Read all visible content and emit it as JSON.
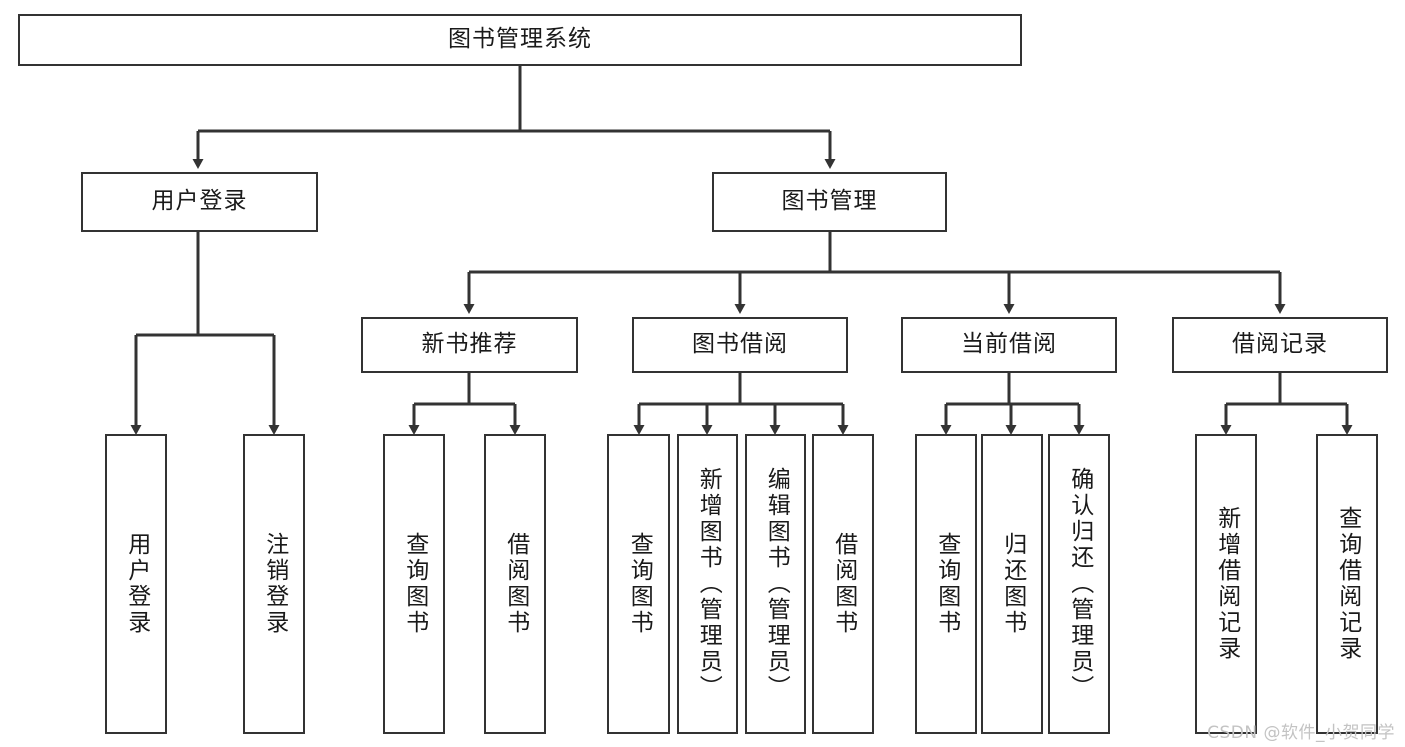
{
  "diagram": {
    "type": "tree-hierarchy",
    "title": "图书管理系统",
    "watermark": "CSDN @软件_小贺同学",
    "colors": {
      "box_border": "#333333",
      "box_fill": "#ffffff",
      "edge": "#333333",
      "text": "#1a1a1a",
      "watermark": "#c3c3c3"
    },
    "levels": [
      {
        "level": 1,
        "nodes": [
          {
            "id": "root",
            "label": "图书管理系统",
            "orientation": "horizontal"
          }
        ]
      },
      {
        "level": 2,
        "nodes": [
          {
            "id": "login",
            "label": "用户登录",
            "orientation": "horizontal",
            "parent": "root"
          },
          {
            "id": "bookmgmt",
            "label": "图书管理",
            "orientation": "horizontal",
            "parent": "root"
          }
        ]
      },
      {
        "level": 3,
        "nodes": [
          {
            "id": "newbook",
            "label": "新书推荐",
            "orientation": "horizontal",
            "parent": "bookmgmt"
          },
          {
            "id": "borrow",
            "label": "图书借阅",
            "orientation": "horizontal",
            "parent": "bookmgmt"
          },
          {
            "id": "current",
            "label": "当前借阅",
            "orientation": "horizontal",
            "parent": "bookmgmt"
          },
          {
            "id": "records",
            "label": "借阅记录",
            "orientation": "horizontal",
            "parent": "bookmgmt"
          }
        ]
      },
      {
        "level": 4,
        "nodes": [
          {
            "id": "leaf-user-login",
            "label": "用户登录",
            "orientation": "vertical",
            "parent": "login"
          },
          {
            "id": "leaf-user-logout",
            "label": "注销登录",
            "orientation": "vertical",
            "parent": "login"
          },
          {
            "id": "leaf-query-book-1",
            "label": "查询图书",
            "orientation": "vertical",
            "parent": "newbook"
          },
          {
            "id": "leaf-borrow-book-1",
            "label": "借阅图书",
            "orientation": "vertical",
            "parent": "newbook"
          },
          {
            "id": "leaf-query-book-2",
            "label": "查询图书",
            "orientation": "vertical",
            "parent": "borrow"
          },
          {
            "id": "leaf-add-book",
            "label": "新增图书（管理员）",
            "orientation": "vertical",
            "parent": "borrow"
          },
          {
            "id": "leaf-edit-book",
            "label": "编辑图书（管理员）",
            "orientation": "vertical",
            "parent": "borrow"
          },
          {
            "id": "leaf-borrow-book-2",
            "label": "借阅图书",
            "orientation": "vertical",
            "parent": "borrow"
          },
          {
            "id": "leaf-query-book-3",
            "label": "查询图书",
            "orientation": "vertical",
            "parent": "current"
          },
          {
            "id": "leaf-return-book",
            "label": "归还图书",
            "orientation": "vertical",
            "parent": "current"
          },
          {
            "id": "leaf-confirm-return",
            "label": "确认归还（管理员）",
            "orientation": "vertical",
            "parent": "current"
          },
          {
            "id": "leaf-add-record",
            "label": "新增借阅记录",
            "orientation": "vertical",
            "parent": "records"
          },
          {
            "id": "leaf-query-record",
            "label": "查询借阅记录",
            "orientation": "vertical",
            "parent": "records"
          }
        ]
      }
    ]
  }
}
